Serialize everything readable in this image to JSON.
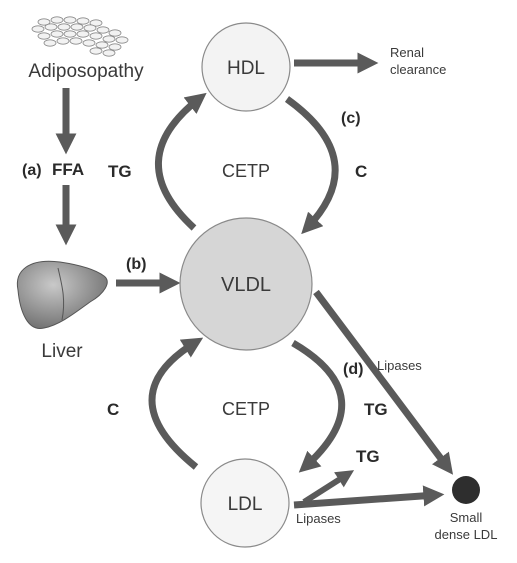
{
  "nodes": {
    "hdl": "HDL",
    "vldl": "VLDL",
    "ldl": "LDL",
    "adiposopathy": "Adiposopathy",
    "liver": "Liver",
    "small_ldl_line1": "Small",
    "small_ldl_line2": "dense LDL"
  },
  "labels": {
    "renal_line1": "Renal",
    "renal_line2": "clearance",
    "a": "(a)",
    "ffa": "FFA",
    "b": "(b)",
    "c_marker": "(c)",
    "d_marker": "(d)",
    "cetp_top": "CETP",
    "cetp_bottom": "CETP",
    "tg_left_top": "TG",
    "c_right_top": "C",
    "c_left_bottom": "C",
    "tg_right_bottom": "TG",
    "tg_ldl": "TG",
    "lipases_diag": "Lipases",
    "lipases_ldl": "Lipases"
  },
  "colors": {
    "arrow": "#5a5a5a",
    "hdl_fill": "#f3f3f3",
    "vldl_fill": "#d6d6d6",
    "ldl_fill": "#f5f5f5",
    "small_ldl_fill": "#2e2e2e",
    "liver_fill": "#8a8a8a"
  },
  "icons": {
    "fat_cells": "adipose-tissue-icon",
    "liver": "liver-icon"
  }
}
